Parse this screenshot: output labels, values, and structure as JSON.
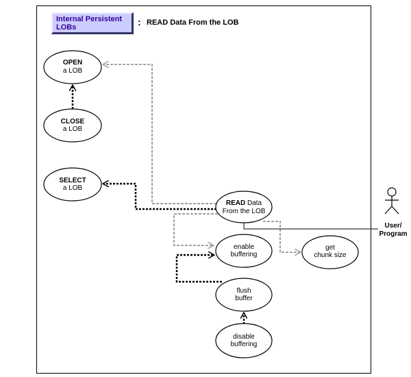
{
  "header": {
    "badge_line1": "Internal Persistent",
    "badge_line2": "LOBs",
    "separator": ":",
    "title": "READ Data From the LOB",
    "badge_color": "#ccccff",
    "badge_text_color": "#330099"
  },
  "actor": {
    "label_line1": "User/",
    "label_line2": "Program",
    "icon": "stick-figure-icon"
  },
  "nodes": [
    {
      "id": "open",
      "bold": "OPEN",
      "rest": "",
      "line2": "a LOB"
    },
    {
      "id": "close",
      "bold": "CLOSE",
      "rest": "",
      "line2": "a LOB"
    },
    {
      "id": "select",
      "bold": "SELECT",
      "rest": "",
      "line2": "a LOB"
    },
    {
      "id": "read",
      "bold": "READ",
      "rest": " Data",
      "line2": "From the LOB"
    },
    {
      "id": "enable",
      "bold": "",
      "rest": "enable",
      "line2": "buffering"
    },
    {
      "id": "chunk",
      "bold": "",
      "rest": "get",
      "line2": "chunk size"
    },
    {
      "id": "flush",
      "bold": "",
      "rest": "flush",
      "line2": "buffer"
    },
    {
      "id": "disable",
      "bold": "",
      "rest": "disable",
      "line2": "buffering"
    }
  ],
  "edges": [
    {
      "from": "read",
      "to": "open",
      "style": "gray-dashed"
    },
    {
      "from": "close",
      "to": "open",
      "style": "black-dotted"
    },
    {
      "from": "read",
      "to": "select",
      "style": "black-dotted"
    },
    {
      "from": "read",
      "to": "enable",
      "style": "gray-dashed"
    },
    {
      "from": "read",
      "to": "chunk",
      "style": "gray-dashed"
    },
    {
      "from": "flush",
      "to": "enable",
      "style": "black-dotted"
    },
    {
      "from": "disable",
      "to": "flush",
      "style": "black-dotted"
    },
    {
      "from": "read",
      "to": "actor",
      "style": "solid"
    }
  ],
  "colors": {
    "gray_edge": "#a0a0a0",
    "black_edge": "#000000"
  }
}
